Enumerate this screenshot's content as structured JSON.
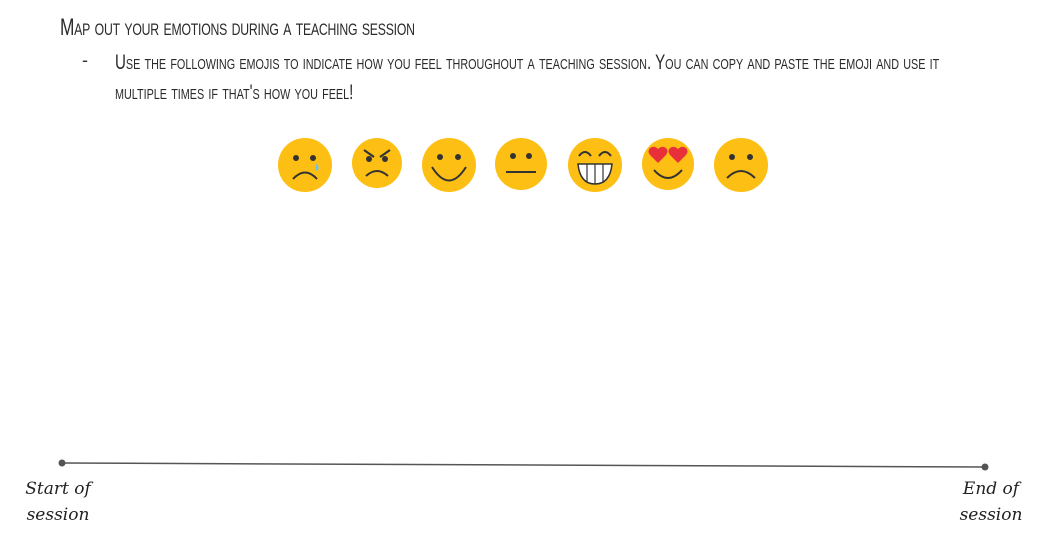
{
  "heading": "Map out your emotions during a teaching session",
  "bullet_dash": "-",
  "instruction": "Use the following emojis to indicate how you feel throughout a teaching session. You can copy and paste the emoji and use it multiple times if that's how you feel!",
  "emojis": [
    {
      "icon": "crying-face-icon"
    },
    {
      "icon": "angry-face-icon"
    },
    {
      "icon": "smiling-face-icon"
    },
    {
      "icon": "neutral-face-icon"
    },
    {
      "icon": "grinning-face-icon"
    },
    {
      "icon": "heart-eyes-face-icon"
    },
    {
      "icon": "frowning-face-icon"
    }
  ],
  "timeline": {
    "start_line1": "Start of",
    "start_line2": "session",
    "end_line1": "End of",
    "end_line2": "session"
  },
  "colors": {
    "emoji_fill": "#FDBF13",
    "emoji_features": "#333333",
    "heart": "#E8303A",
    "tear": "#6FC3E8",
    "line": "#555555"
  }
}
